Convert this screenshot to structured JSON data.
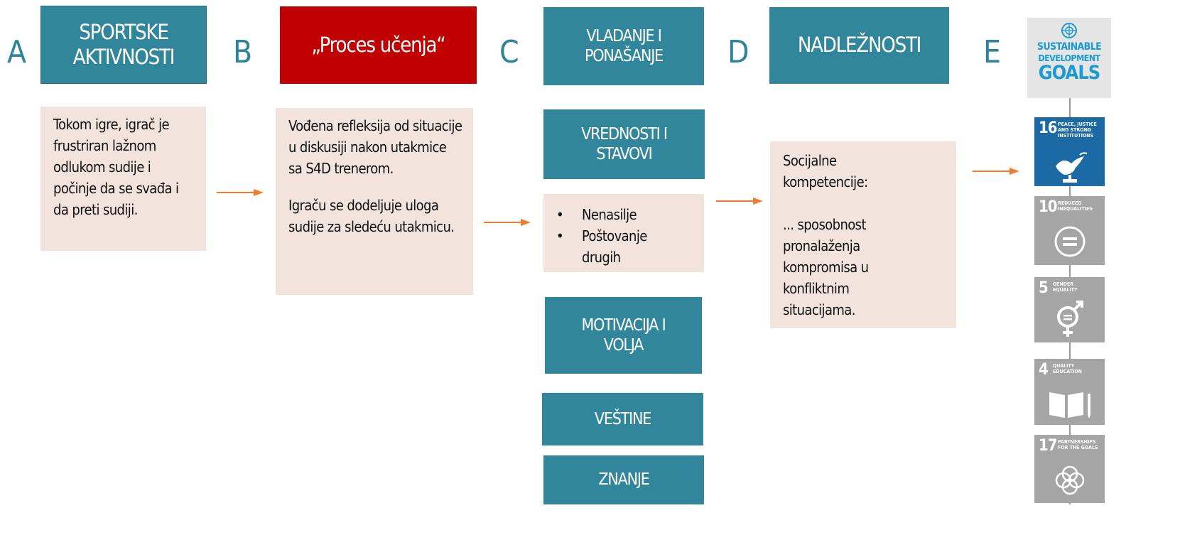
{
  "columns": [
    {
      "letter": "A",
      "header": [
        "SPORTSKE",
        "AKTIVNOSTI"
      ],
      "note": [
        "Tokom igre, igrač je frustriran lažnom odlukom sudije i počinje da se svađa i da preti sudiji."
      ]
    },
    {
      "letter": "B",
      "header": [
        "„Proces učenja“"
      ],
      "note": [
        "Vođena refleksija od situacije u diskusiji nakon utakmice sa S4D trenerom.",
        "Igraču se dodeljuje uloga sudije za sledeću utakmicu."
      ]
    },
    {
      "letter": "C",
      "boxes": [
        [
          "VLADANJE I",
          "PONAŠANJE"
        ],
        [
          "VREDNOSTI I",
          "STAVOVI"
        ],
        [
          "MOTIVACIJA I",
          "VOLJA"
        ],
        [
          "VEŠTINE"
        ],
        [
          "ZNANJE"
        ]
      ],
      "bullets": [
        "Nenasilje",
        "Poštovanje drugih"
      ]
    },
    {
      "letter": "D",
      "header": [
        "NADLEŽNOSTI"
      ],
      "note": [
        "Socijalne kompetencije:",
        "... sposobnost pronalaženja kompromisa u konfliktnim situacijama."
      ]
    },
    {
      "letter": "E",
      "logo": [
        "SUSTAINABLE",
        "DEVELOPMENT",
        "GOALS"
      ],
      "tiles": [
        {
          "num": "16",
          "label": "PEACE, JUSTICE AND STRONG INSTITUTIONS",
          "icon": "dove-gavel-icon"
        },
        {
          "num": "10",
          "label": "REDUCED INEQUALITIES",
          "icon": "equals-circle-icon"
        },
        {
          "num": "5",
          "label": "GENDER EQUALITY",
          "icon": "gender-equality-icon"
        },
        {
          "num": "4",
          "label": "QUALITY EDUCATION",
          "icon": "book-pencil-icon"
        },
        {
          "num": "17",
          "label": "PARTNERSHIPS FOR THE GOALS",
          "icon": "partnership-rings-icon"
        }
      ]
    }
  ],
  "colors": {
    "teal": "#31869b",
    "red": "#c00000",
    "note_bg": "#f2e3dc",
    "arrow": "#ed7d31",
    "sdg_active": "#1b6aa5",
    "sdg_inactive": "#a5a5a5"
  }
}
